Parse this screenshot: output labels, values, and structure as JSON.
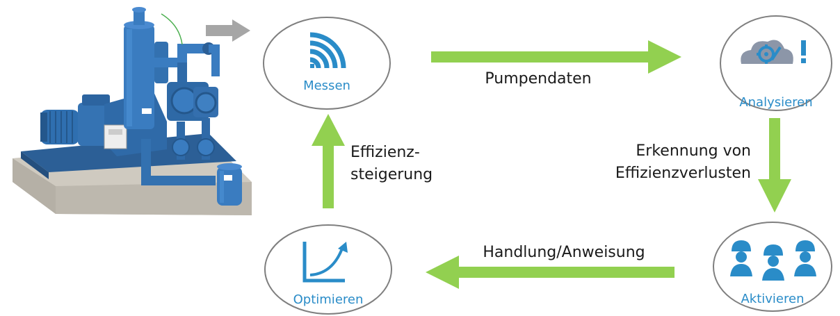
{
  "colors": {
    "accent_blue": "#2a8cc8",
    "arrow_green": "#92d050",
    "arrow_gray": "#a6a6a6",
    "circle_stroke": "#7f7f7f",
    "text_dark": "#1a1a1a",
    "pump_blue": "#2f6fb0"
  },
  "nodes": {
    "messen": {
      "label": "Messen",
      "icon": "wireless-signal-icon"
    },
    "analysieren": {
      "label": "Analysieren",
      "icon": "cloud-gear-alert-icon"
    },
    "aktivieren": {
      "label": "Aktivieren",
      "icon": "team-workers-icon"
    },
    "optimieren": {
      "label": "Optimieren",
      "icon": "growth-curve-icon"
    }
  },
  "edges": {
    "pumpendaten": {
      "label": "Pumpendaten"
    },
    "erkennung": {
      "line1": "Erkennung von",
      "line2": "Effizienzverlusten"
    },
    "handlung": {
      "label": "Handlung/Anweisung"
    },
    "effizienz": {
      "line1": "Effizienz-",
      "line2": "steigerung"
    }
  },
  "illustration": {
    "subject": "pump-machine-illustration"
  }
}
